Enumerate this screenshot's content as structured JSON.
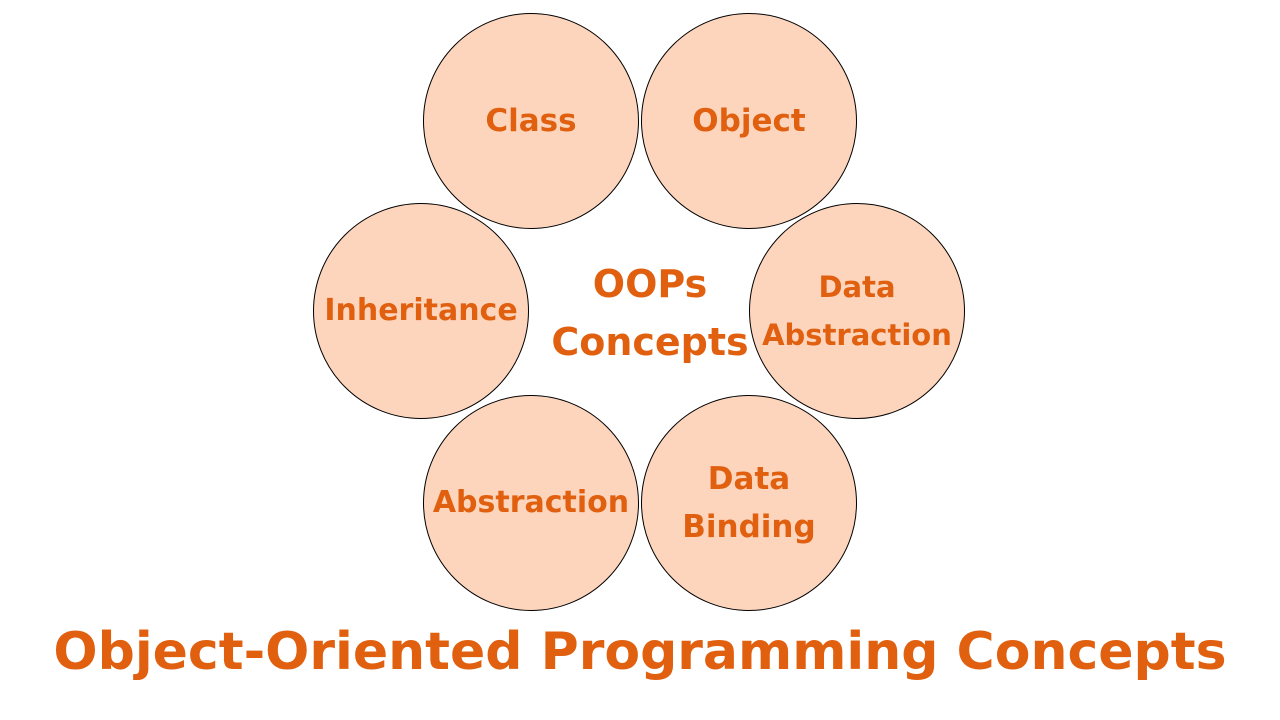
{
  "center": {
    "label": "OOPs\nConcepts"
  },
  "nodes": {
    "class": "Class",
    "object": "Object",
    "inheritance": "Inheritance",
    "data_abstraction": "Data\nAbstraction",
    "abstraction": "Abstraction",
    "data_binding": "Data\nBinding"
  },
  "title": "Object-Oriented Programming Concepts",
  "colors": {
    "circle_fill": "#fdd5bd",
    "circle_stroke": "#000000",
    "text": "#e06010",
    "background": "#ffffff"
  }
}
